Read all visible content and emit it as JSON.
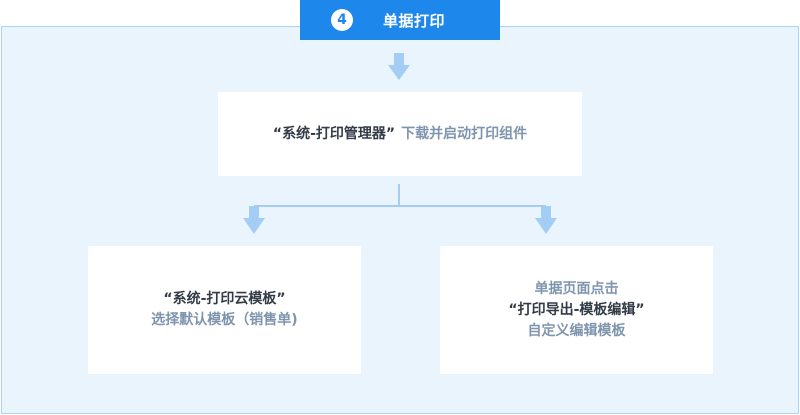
{
  "header": {
    "step_number": "4",
    "title": "单据打印"
  },
  "top_box": {
    "highlight": "“系统-打印管理器”",
    "text": "下载并启动打印组件"
  },
  "left_box": {
    "highlight": "“系统-打印云模板”",
    "text": "选择默认模板（销售单)"
  },
  "right_box": {
    "line1": "单据页面点击",
    "highlight": "“打印导出-模板编辑”",
    "line3": "自定义编辑模板"
  },
  "colors": {
    "accent": "#1d87ec",
    "panel_bg": "#eaf4fd",
    "arrow": "#a3cdf5",
    "dark_text": "#333b47",
    "muted_text": "#7f95ad"
  }
}
